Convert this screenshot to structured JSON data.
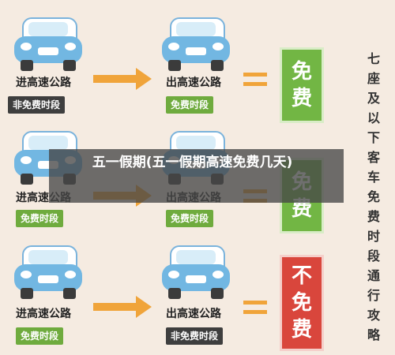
{
  "rows": [
    {
      "entry_label": "进高速公路",
      "entry_badge": "非免费时段",
      "exit_label": "出高速公路",
      "exit_badge": "免费时段",
      "result": [
        "免",
        "费"
      ],
      "result_color": "#72b644"
    },
    {
      "entry_label": "进高速公路",
      "entry_badge": "免费时段",
      "exit_label": "出高速公路",
      "exit_badge": "免费时段",
      "result": [
        "免",
        "费"
      ],
      "result_color": "#72b644"
    },
    {
      "entry_label": "进高速公路",
      "entry_badge": "免费时段",
      "exit_label": "出高速公路",
      "exit_badge": "非免费时段",
      "result": [
        "不",
        "免",
        "费"
      ],
      "result_color": "#d9463c"
    }
  ],
  "vertical_title": [
    "七",
    "座",
    "及",
    "以",
    "下",
    "客",
    "车",
    "免",
    "费",
    "时",
    "段",
    "通",
    "行",
    "攻",
    "略"
  ],
  "overlay_title": "五一假期(五一假期高速免费几天)",
  "colors": {
    "green": "#6fab3e",
    "dark": "#3e3e3e",
    "orange": "#f0a43a",
    "car_blue": "#72b7e2",
    "red": "#d9463c"
  },
  "icons": [
    "car-icon",
    "right-arrow-icon",
    "equals-icon"
  ]
}
